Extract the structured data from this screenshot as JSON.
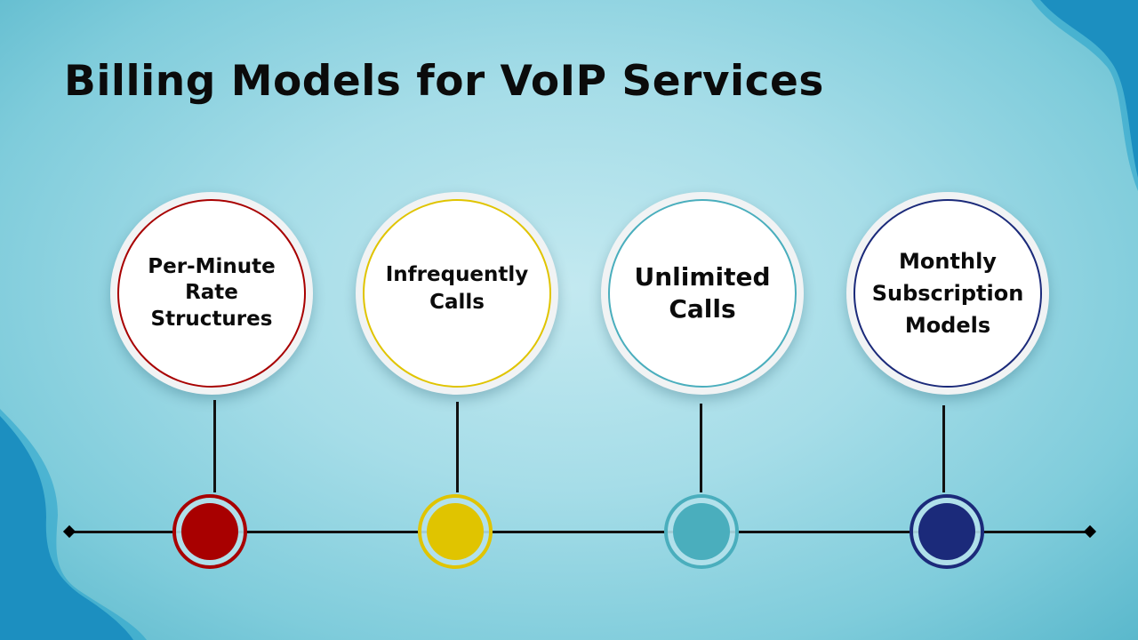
{
  "title": "Billing Models for VoIP Services",
  "colors": {
    "red": "#a80000",
    "yellow": "#e0c400",
    "teal": "#4aaebd",
    "navy": "#1b2a7a",
    "blob": "#1c8fc0"
  },
  "items": [
    {
      "label": "Per-Minute Rate Structures",
      "lines": [
        "Per-Minute",
        "Rate",
        "Structures"
      ],
      "color": "#a80000"
    },
    {
      "label": "Infrequently Calls",
      "lines": [
        "Infrequently",
        "Calls"
      ],
      "color": "#e0c400"
    },
    {
      "label": "Unlimited Calls",
      "lines": [
        "Unlimited",
        "Calls"
      ],
      "color": "#4aaebd"
    },
    {
      "label": "Monthly Subscription Models",
      "lines": [
        "Monthly",
        "Subscription",
        "Models"
      ],
      "color": "#1b2a7a"
    }
  ]
}
